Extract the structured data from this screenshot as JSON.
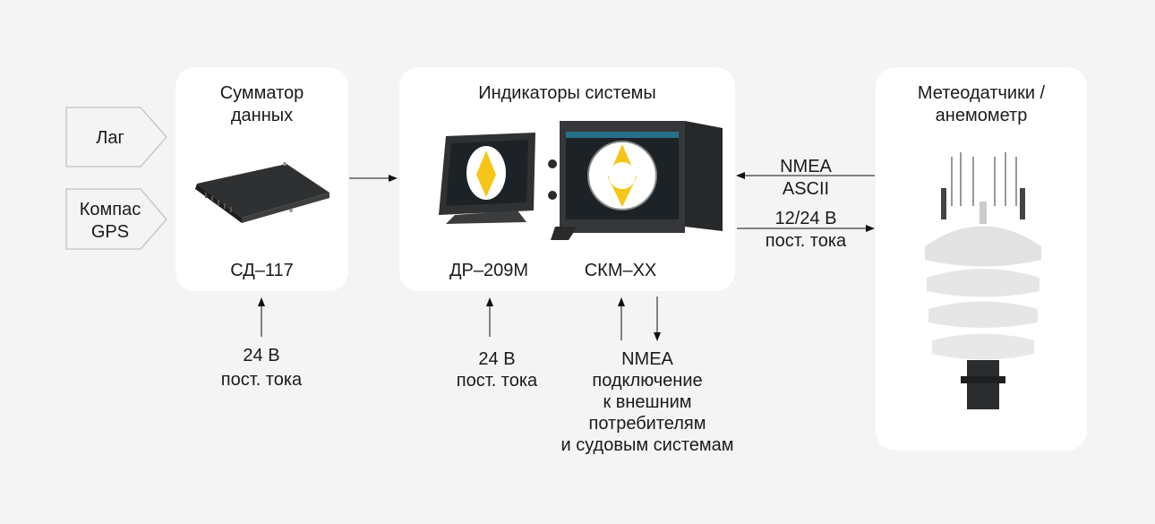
{
  "inputs": [
    {
      "label_lines": [
        "Лаг"
      ]
    },
    {
      "label_lines": [
        "Компас",
        "GPS"
      ]
    }
  ],
  "summator": {
    "title_lines": [
      "Сумматор",
      "данных"
    ],
    "model": "СД–117",
    "power_lines": [
      "24 В",
      "пост. тока"
    ]
  },
  "indicators": {
    "title": "Индикаторы системы",
    "devices": [
      {
        "model": "ДР–209М",
        "power_lines": [
          "24 В",
          "пост. тока"
        ]
      },
      {
        "model": "СКМ–XX"
      }
    ],
    "output_lines": [
      "NMEA",
      "подключение",
      "к внешним",
      "потребителям",
      "и судовым системам"
    ]
  },
  "meteo": {
    "title_lines": [
      "Метеодатчики /",
      "анемометр"
    ]
  },
  "links": {
    "data_in_lines": [
      "NMEA",
      "ASCII"
    ],
    "power_out_lines": [
      "12/24 В",
      "пост. тока"
    ]
  },
  "colors": {
    "background": "#f4f4f4",
    "card": "#ffffff",
    "tag_border": "#c8c8c8",
    "accent_yellow": "#f5c518",
    "device_dark": "#3a3c3e"
  }
}
